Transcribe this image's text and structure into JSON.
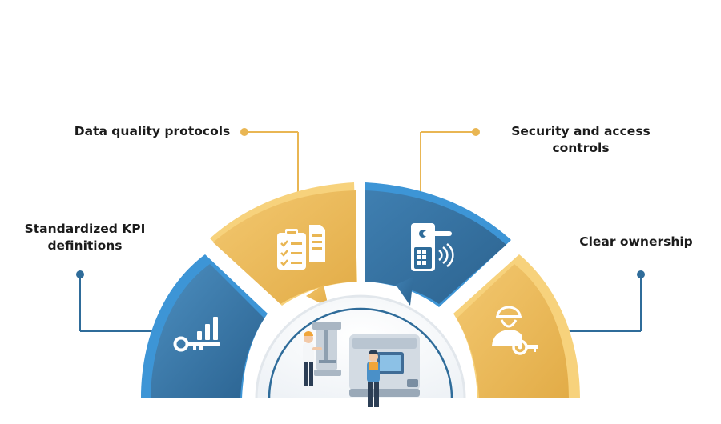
{
  "labels": {
    "kpi": [
      "Standardized KPI",
      "definitions"
    ],
    "data_quality": "Data quality protocols",
    "security": [
      "Security and access",
      "controls"
    ],
    "ownership": "Clear ownership"
  },
  "colors": {
    "blue": "#2f6c9a",
    "blue_light": "#4a8dbd",
    "blue_rim": "#3d95d6",
    "gold": "#e9b653",
    "gold_light": "#f3cc7a",
    "gold_rim": "#f7d27c",
    "connector_blue": "#2f6c9a",
    "connector_gold": "#e9b653"
  },
  "icons": {
    "kpi": "key-bar-chart-icon",
    "data_quality": "clipboard-checklist-icon",
    "security": "keypad-door-lock-icon",
    "ownership": "person-key-icon",
    "center": "factory-workers-machines-illustration"
  }
}
